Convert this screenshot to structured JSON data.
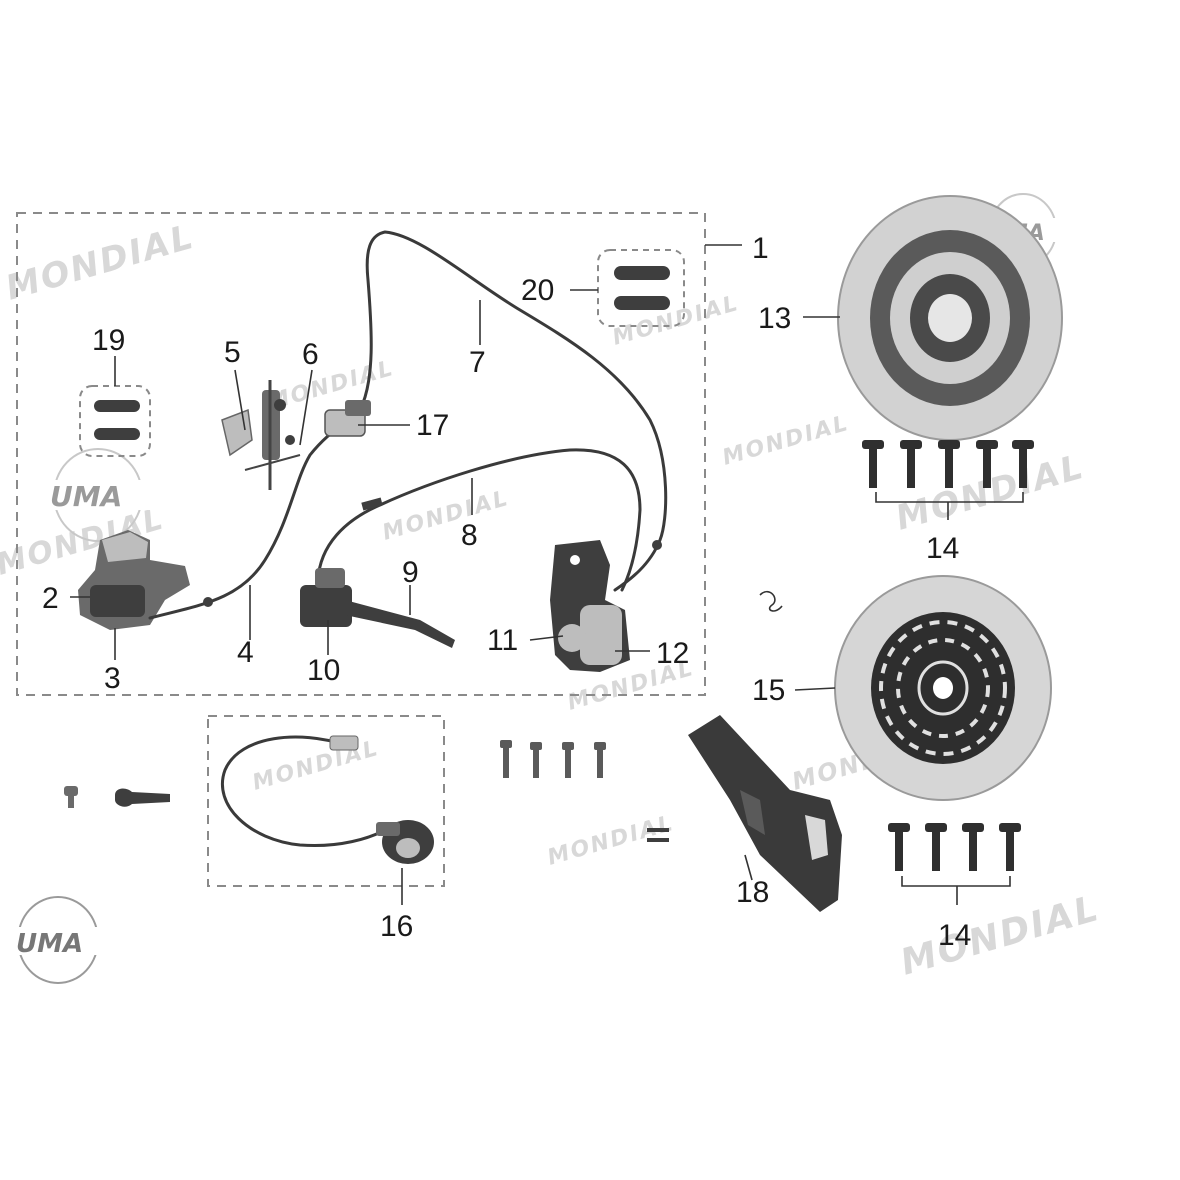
{
  "watermark": {
    "brand": "MONDIAL",
    "logo": "UMA"
  },
  "callouts": [
    {
      "id": "1",
      "text": "1"
    },
    {
      "id": "2",
      "text": "2"
    },
    {
      "id": "3",
      "text": "3"
    },
    {
      "id": "4",
      "text": "4"
    },
    {
      "id": "5",
      "text": "5"
    },
    {
      "id": "6",
      "text": "6"
    },
    {
      "id": "7",
      "text": "7"
    },
    {
      "id": "8",
      "text": "8"
    },
    {
      "id": "9",
      "text": "9"
    },
    {
      "id": "10",
      "text": "10"
    },
    {
      "id": "11",
      "text": "11"
    },
    {
      "id": "12",
      "text": "12"
    },
    {
      "id": "13",
      "text": "13"
    },
    {
      "id": "14a",
      "text": "14"
    },
    {
      "id": "14b",
      "text": "14"
    },
    {
      "id": "15",
      "text": "15"
    },
    {
      "id": "16",
      "text": "16"
    },
    {
      "id": "17",
      "text": "17"
    },
    {
      "id": "18",
      "text": "18"
    },
    {
      "id": "19",
      "text": "19"
    },
    {
      "id": "20",
      "text": "20"
    }
  ]
}
